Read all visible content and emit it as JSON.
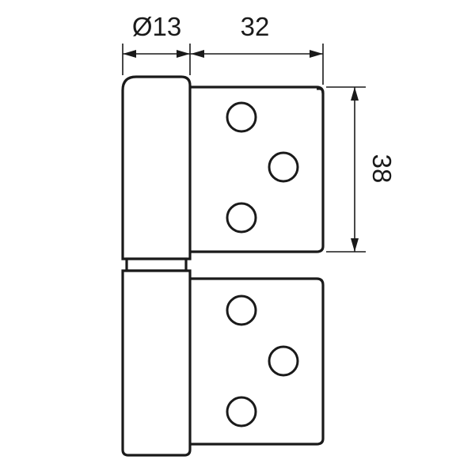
{
  "drawing": {
    "type": "door hinge technical drawing",
    "line_color": "#1a1a1a",
    "background": "#ffffff"
  },
  "dimensions": {
    "diameter_label": "Ø13",
    "width_label": "32",
    "height_label": "38"
  }
}
